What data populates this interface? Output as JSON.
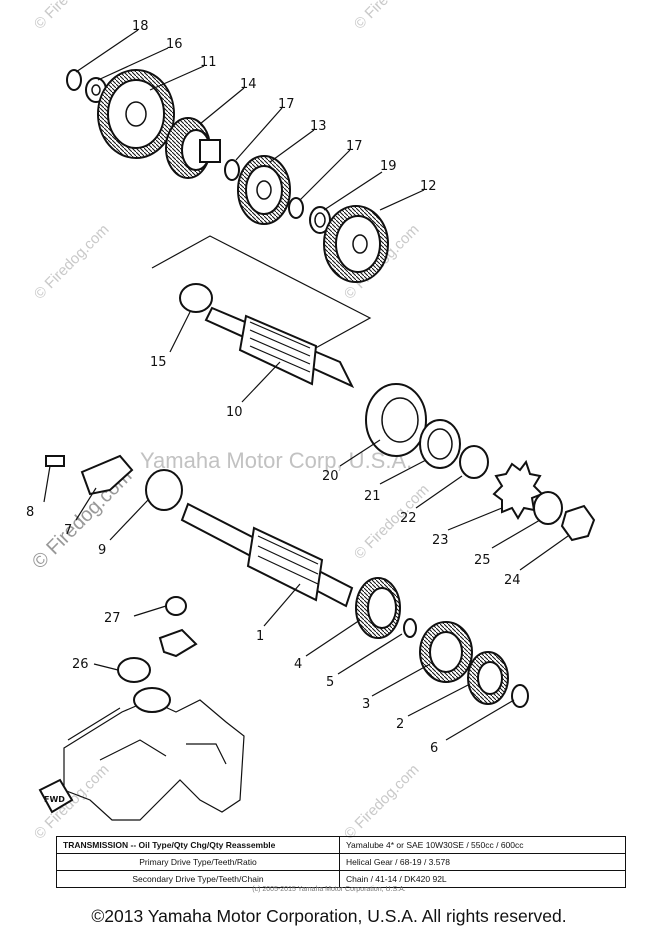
{
  "watermarks": {
    "small": "© Firedog.com",
    "large": "Yamaha Motor Corp, U.S.A."
  },
  "callouts": [
    "18",
    "16",
    "11",
    "14",
    "17",
    "13",
    "17",
    "19",
    "12",
    "15",
    "10",
    "20",
    "21",
    "22",
    "23",
    "25",
    "24",
    "8",
    "7",
    "9",
    "1",
    "27",
    "26",
    "4",
    "5",
    "3",
    "2",
    "6"
  ],
  "spec_table": {
    "rows": [
      {
        "label": "TRANSMISSION -- Oil Type/Qty Chg/Qty Reassemble",
        "value": "Yamalube 4* or SAE 10W30SE / 550cc / 600cc"
      },
      {
        "label": "Primary Drive Type/Teeth/Ratio",
        "value": "Helical Gear / 68-19 / 3.578"
      },
      {
        "label": "Secondary Drive Type/Teeth/Chain",
        "value": "Chain / 41-14 / DK420 92L"
      }
    ]
  },
  "small_copyright": "(c) 2005-2015 Yamaha Motor Corporation, U.S.A.",
  "copyright": "©2013 Yamaha Motor Corporation, U.S.A. All rights reserved."
}
